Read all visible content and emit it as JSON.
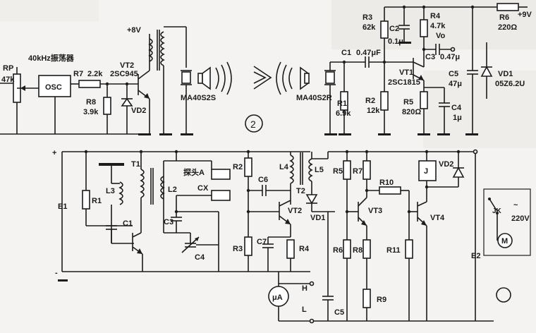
{
  "top_circuit": {
    "rp_label": "RP",
    "rp_value": "47k",
    "osc_freq_label": "40kHz振荡器",
    "osc_block": "OSC",
    "r7_label": "R7",
    "r7_value": "2.2k",
    "r8_label": "R8",
    "r8_value": "3.9k",
    "vd2_label": "VD2",
    "vt2_label": "VT2",
    "vt2_type": "2SC945",
    "supply_8v": "+8V",
    "tx_label": "MA40S2S",
    "figure_number": "2",
    "rx_label": "MA40S2R",
    "c1_label": "C1",
    "c1_value": "0.47μF",
    "r1_label": "R1",
    "r1_value": "6.9k",
    "r2_label": "R2",
    "r2_value": "12k",
    "r3_label": "R3",
    "r3_value": "62k",
    "c2_label": "C2",
    "c2_value": "0.1μ",
    "r4_label": "R4",
    "r4_value": "4.7k",
    "vo_label": "Vo",
    "c3_label": "C3",
    "c3_value": "0.47μ",
    "vt1_label": "VT1",
    "vt1_type": "2SC1815",
    "r5_label": "R5",
    "r5_value": "820Ω",
    "c4_label": "C4",
    "c4_value": "1μ",
    "c5_label": "C5",
    "c5_value": "47μ",
    "r6_label": "R6",
    "r6_value": "220Ω",
    "supply_9v": "+9V",
    "vd1_label": "VD1",
    "vd1_type": "05Z6.2U"
  },
  "bottom_circuit": {
    "plus_sign": "+",
    "minus_sign": "-",
    "e1_label": "E1",
    "r1_label": "R1",
    "t1_label": "T1",
    "l3_label": "L3",
    "c1_label": "C1",
    "l2_label": "L2",
    "probe_label": "探头A",
    "cx_label": "CX",
    "c3_label": "C3",
    "c4_label": "C4",
    "r2_label": "R2",
    "c6_label": "C6",
    "r3_label": "R3",
    "c7_label": "C7",
    "l4_label": "L4",
    "t2_label": "T2",
    "vt2_label": "VT2",
    "r4_label": "R4",
    "l5_label": "L5",
    "vd1_label": "VD1",
    "meter_label": "μA",
    "h_label": "H",
    "l_label": "L",
    "c5_label": "C5",
    "r5_label": "R5",
    "r6_label": "R6",
    "r7_label": "R7",
    "r8_label": "R8",
    "r9_label": "R9",
    "vt3_label": "VT3",
    "r10_label": "R10",
    "relay_label": "J",
    "vd2_label": "VD2",
    "r11_label": "R11",
    "vt4_label": "VT4",
    "jk_label": "JK",
    "ac_label": "220V",
    "motor_label": "M",
    "e2_label": "E2"
  }
}
